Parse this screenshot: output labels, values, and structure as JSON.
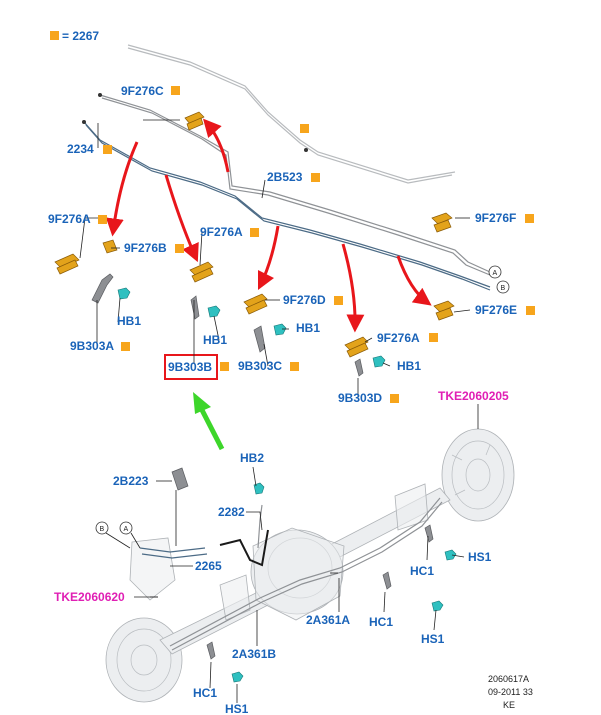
{
  "legend": {
    "equals_text": "= 2267"
  },
  "callouts": {
    "c_9F276C": "9F276C",
    "c_2234": "2234",
    "c_2B523": "2B523",
    "c_9F276A_1": "9F276A",
    "c_9F276B": "9F276B",
    "c_9F276A_2": "9F276A",
    "c_9F276F": "9F276F",
    "c_HB1_1": "HB1",
    "c_9B303A": "9B303A",
    "c_HB1_2": "HB1",
    "c_9B303B": "9B303B",
    "c_9F276D": "9F276D",
    "c_HB1_3": "HB1",
    "c_9B303C": "9B303C",
    "c_9F276A_3": "9F276A",
    "c_HB1_4": "HB1",
    "c_9F276E": "9F276E",
    "c_9B303D": "9B303D",
    "c_TKE2060205": "TKE2060205",
    "c_HB2": "HB2",
    "c_2B223": "2B223",
    "c_2282": "2282",
    "c_2265": "2265",
    "c_HS1_1": "HS1",
    "c_HC1_1": "HC1",
    "c_TKE2060620": "TKE2060620",
    "c_2A361A": "2A361A",
    "c_HC1_2": "HC1",
    "c_HS1_2": "HS1",
    "c_2A361B": "2A361B",
    "c_HC1_3": "HC1",
    "c_HS1_3": "HS1",
    "c_A_1": "A",
    "c_B_1": "B",
    "c_A_2": "A",
    "c_B_2": "B"
  },
  "footer": {
    "line1": "2060617A",
    "line2": "09-2011 33",
    "line3": "KE"
  },
  "colors": {
    "callout_text": "#1a63b8",
    "reference_text": "#e01fb4",
    "square_marker": "#f7a51c",
    "red_arrow": "#e8161b",
    "green_arrow": "#3dd62a",
    "highlight_box": "#e8161b"
  }
}
